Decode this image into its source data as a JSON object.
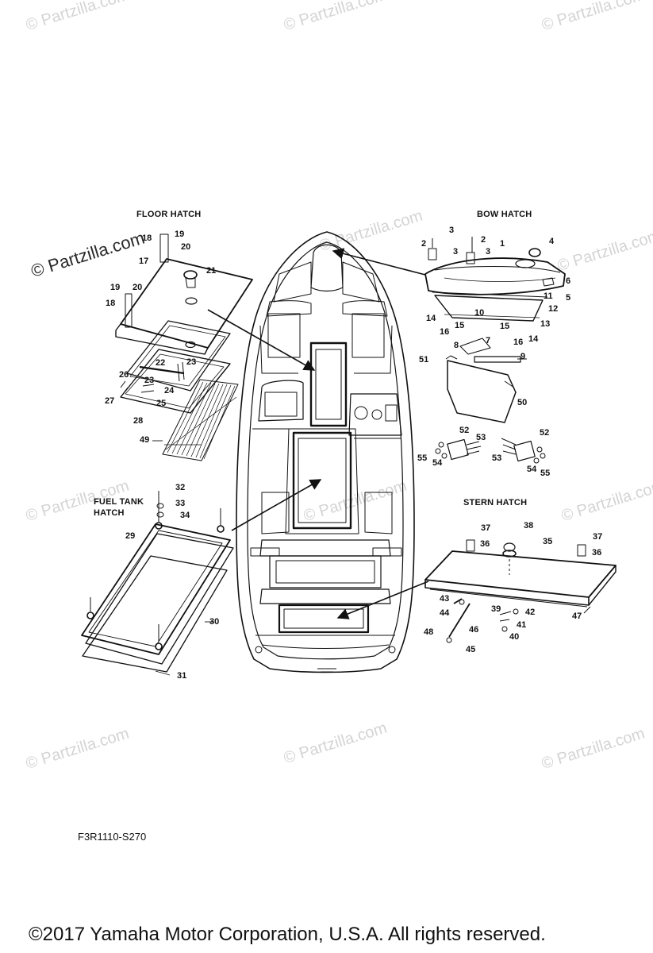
{
  "watermark": "© Partzilla.com",
  "sections": {
    "floor_hatch": "FLOOR HATCH",
    "bow_hatch": "BOW HATCH",
    "fuel_tank_hatch_line1": "FUEL TANK",
    "fuel_tank_hatch_line2": "HATCH",
    "stern_hatch": "STERN HATCH"
  },
  "diagram_code": "F3R1110-S270",
  "copyright": "©2017  Yamaha Motor Corporation, U.S.A. All rights reserved.",
  "part_numbers": {
    "p1": "1",
    "p2a": "2",
    "p2b": "2",
    "p3a": "3",
    "p3b": "3",
    "p3c": "3",
    "p4": "4",
    "p5": "5",
    "p6": "6",
    "p7": "7",
    "p8": "8",
    "p9": "9",
    "p10": "10",
    "p11": "11",
    "p12": "12",
    "p13": "13",
    "p14a": "14",
    "p14b": "14",
    "p15a": "15",
    "p15b": "15",
    "p16a": "16",
    "p16b": "16",
    "p17": "17",
    "p18a": "18",
    "p18b": "18",
    "p19a": "19",
    "p19b": "19",
    "p20a": "20",
    "p20b": "20",
    "p21": "21",
    "p22": "22",
    "p23a": "23",
    "p23b": "23",
    "p24": "24",
    "p25": "25",
    "p26": "26",
    "p27": "27",
    "p28": "28",
    "p29": "29",
    "p30": "30",
    "p31": "31",
    "p32": "32",
    "p33": "33",
    "p34": "34",
    "p35": "35",
    "p36a": "36",
    "p36b": "36",
    "p37a": "37",
    "p37b": "37",
    "p38": "38",
    "p39": "39",
    "p40": "40",
    "p41": "41",
    "p42": "42",
    "p43": "43",
    "p44": "44",
    "p45": "45",
    "p46": "46",
    "p47": "47",
    "p48": "48",
    "p49": "49",
    "p50": "50",
    "p51": "51",
    "p52a": "52",
    "p52b": "52",
    "p53a": "53",
    "p53b": "53",
    "p54a": "54",
    "p54b": "54",
    "p55a": "55",
    "p55b": "55"
  }
}
